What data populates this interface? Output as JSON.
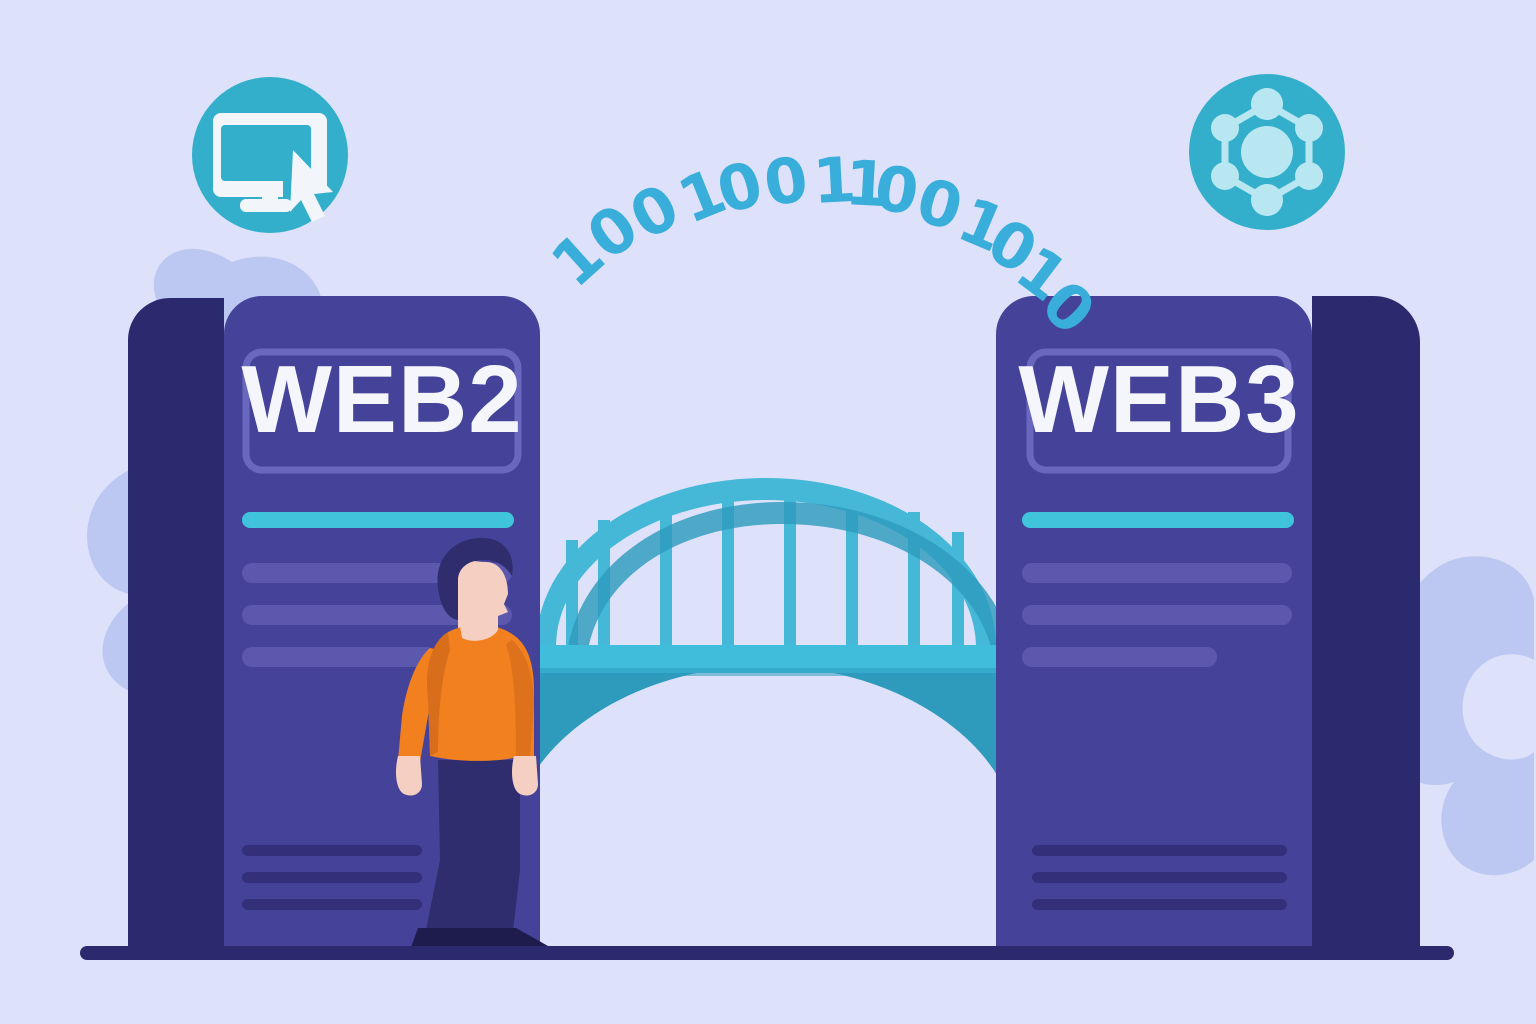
{
  "illustration": {
    "title": "Web2 to Web3 bridge illustration",
    "background_color": "#DDE2FA"
  },
  "binary_arc": {
    "text": "10010011001010",
    "digits": [
      "1",
      "0",
      "0",
      "1",
      "0",
      "0",
      "1",
      "1",
      "0",
      "0",
      "1",
      "0",
      "1",
      "0"
    ],
    "color": "#3AAEDB"
  },
  "icons": {
    "left": {
      "name": "monitor-cursor-icon",
      "circle_color": "#34AFCB",
      "glyph_color": "#F2F6FA"
    },
    "right": {
      "name": "blockchain-network-icon",
      "circle_color": "#34AFCB",
      "glyph_color": "#B8E7F2"
    }
  },
  "pillars": [
    {
      "id": "web2",
      "label": "WEB2",
      "face_color": "#454399",
      "side_color": "#2C2A6E",
      "label_border_color": "#6A67BE",
      "accent_bar_color": "#3FC4DC",
      "text_line_color": "#5B58AD",
      "dark_line_color": "#332F79",
      "text_line_widths": [
        270,
        270,
        195
      ],
      "dark_line_widths": [
        180,
        180,
        180
      ]
    },
    {
      "id": "web3",
      "label": "WEB3",
      "face_color": "#454399",
      "side_color": "#2C2A6E",
      "label_border_color": "#6A67BE",
      "accent_bar_color": "#3FC4DC",
      "text_line_color": "#5B58AD",
      "dark_line_color": "#332F79",
      "text_line_widths": [
        270,
        270,
        195
      ],
      "dark_line_widths": [
        255,
        255,
        255
      ]
    }
  ],
  "bridge": {
    "name": "arch-bridge",
    "arch_color": "#45B8D8",
    "arch_shadow_color": "#2E9BBD",
    "deck_color": "#3FBDDB",
    "under_arch_color": "#2E9BBD",
    "vertical_support_count": 8
  },
  "person": {
    "name": "walking-man",
    "hair_color": "#2F2D6E",
    "skin_color": "#F5CFC2",
    "sweater_color": "#F2801E",
    "sweater_shadow_color": "#C9641A",
    "pants_color": "#2F2D6E",
    "shoe_color": "#1E1C4D"
  },
  "decorations": {
    "leaf_color": "#BCC7F2",
    "ground_line_color": "#2C2A6E"
  }
}
